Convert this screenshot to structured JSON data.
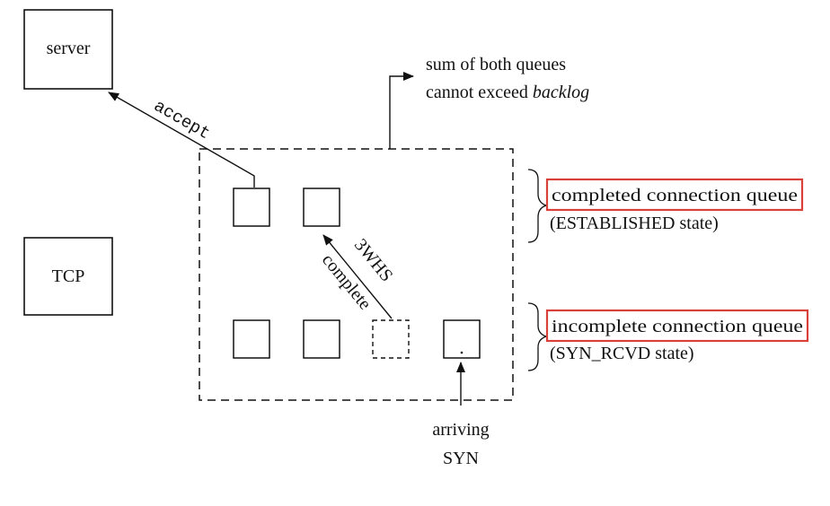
{
  "boxes": {
    "server": "server",
    "tcp": "TCP"
  },
  "arrows": {
    "accept": "accept",
    "threewhs": "3WHS",
    "complete": "complete"
  },
  "note": {
    "line1": "sum of both queues",
    "line2_prefix": "cannot exceed ",
    "line2_emph": "backlog"
  },
  "queues": {
    "completed": {
      "title": "completed connection queue",
      "state": "(ESTABLISHED state)"
    },
    "incomplete": {
      "title": "incomplete connection queue",
      "state": "(SYN_RCVD state)"
    }
  },
  "arriving": {
    "line1": "arriving",
    "line2": "SYN"
  },
  "colors": {
    "highlight": "#d9403a",
    "ink": "#111111"
  }
}
